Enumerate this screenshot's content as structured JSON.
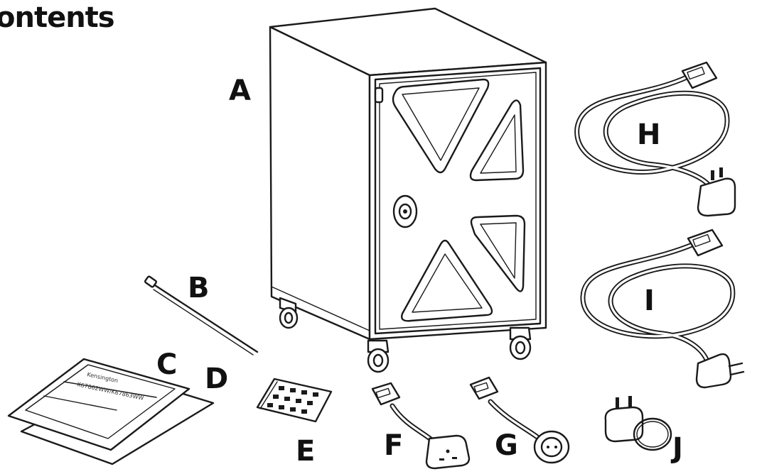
{
  "header": {
    "title": "ontents"
  },
  "labels": {
    "A": "A",
    "B": "B",
    "C": "C",
    "D": "D",
    "E": "E",
    "F": "F",
    "G": "G",
    "H": "H",
    "I": "I",
    "J": "J"
  },
  "manual": {
    "brand": "Kensington",
    "model": "K67862WW/K67863WW"
  }
}
